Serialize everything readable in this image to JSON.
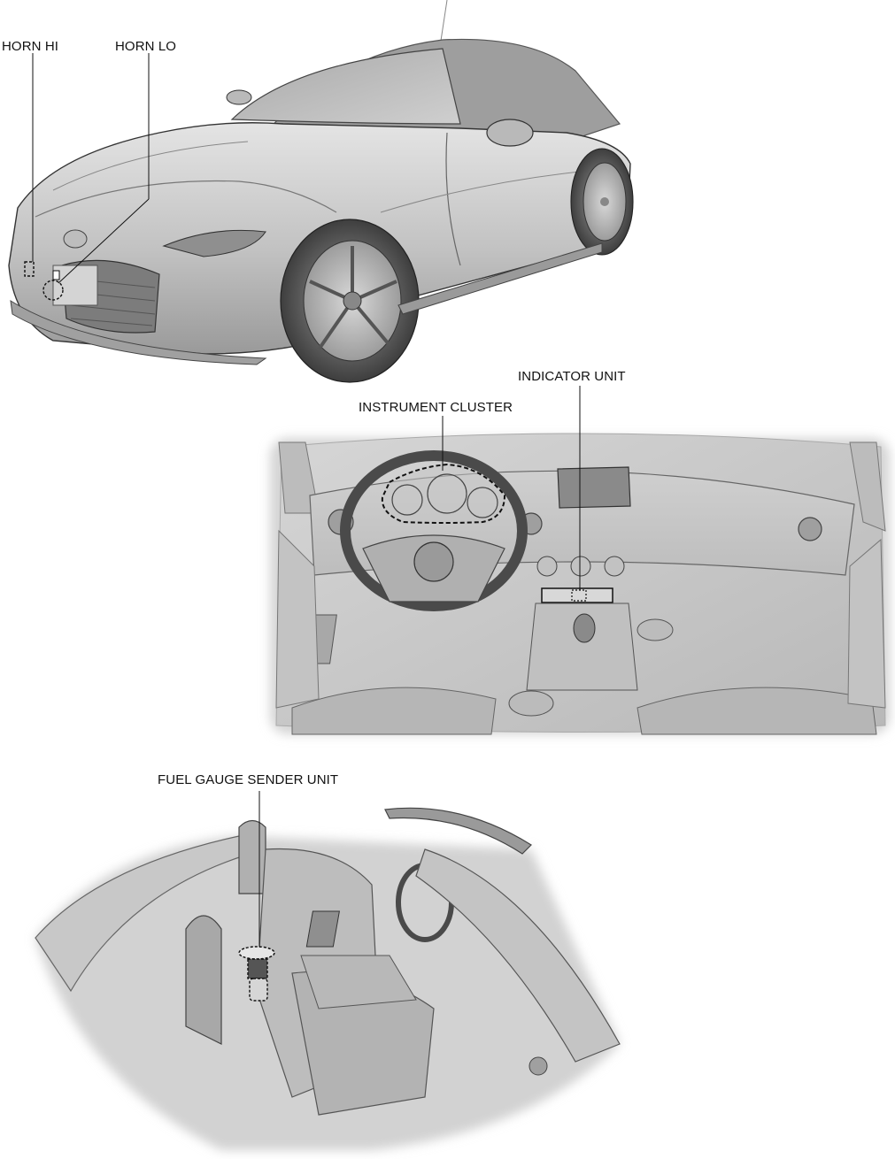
{
  "callouts": {
    "horn_hi": "HORN HI",
    "horn_lo": "HORN LO",
    "indicator_unit": "INDICATOR UNIT",
    "instrument_cluster": "INSTRUMENT CLUSTER",
    "fuel_gauge_sender_unit": "FUEL GAUGE SENDER UNIT"
  },
  "colors": {
    "body_light": "#dcdcdc",
    "body_mid": "#b4b4b4",
    "body_dark": "#8c8c8c",
    "line": "#2a2a2a",
    "leader": "#1a1a1a"
  }
}
